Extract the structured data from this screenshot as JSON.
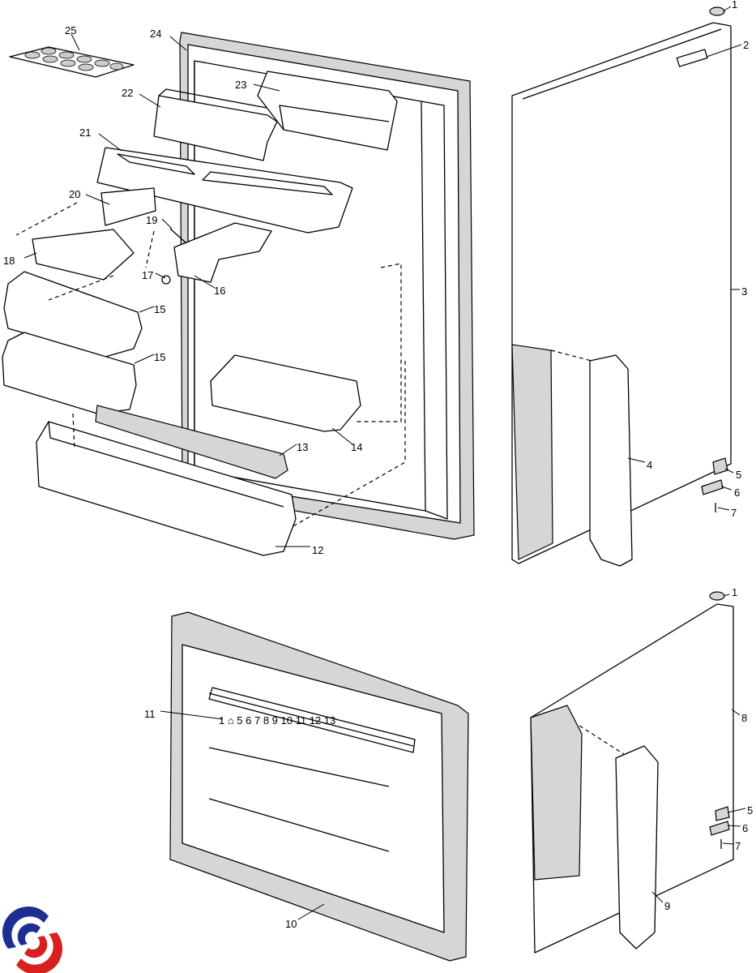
{
  "title": "Refrigerator door exploded parts diagram",
  "callouts": {
    "c1a": "1",
    "c2": "2",
    "c3": "3",
    "c4": "4",
    "c5a": "5",
    "c6a": "6",
    "c7a": "7",
    "c1b": "1",
    "c5b": "5",
    "c6b": "6",
    "c7b": "7",
    "c8": "8",
    "c9": "9",
    "c10": "10",
    "c11": "11",
    "c12": "12",
    "c13": "13",
    "c14": "14",
    "c15a": "15",
    "c15b": "15",
    "c16": "16",
    "c17": "17",
    "c18": "18",
    "c19": "19",
    "c20": "20",
    "c21": "21",
    "c22": "22",
    "c23": "23",
    "c24": "24",
    "c25": "25"
  },
  "logo": {
    "colors": {
      "blue": "#1f2f8f",
      "red": "#d92020"
    }
  }
}
